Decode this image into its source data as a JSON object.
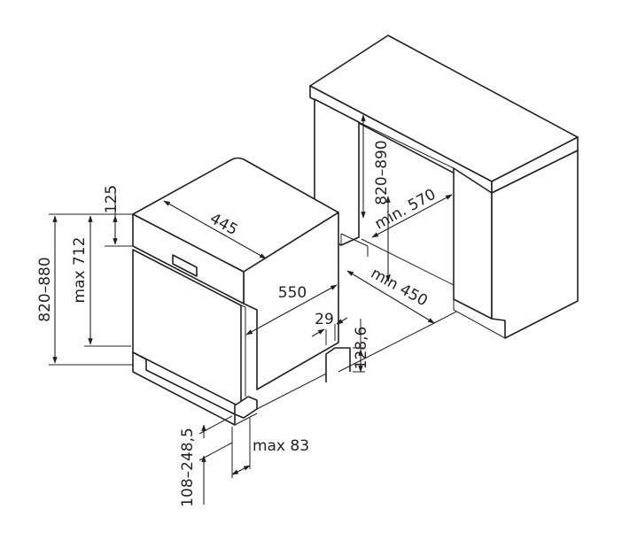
{
  "dimensions": {
    "width": "445",
    "depth": "550",
    "panel_height": "125",
    "appliance_height": "max 712",
    "niche_height_total": "820–880",
    "niche_height_cabinet": "820–890",
    "niche_depth": "min. 570",
    "niche_width": "min 450",
    "connection_width": "29",
    "connection_height": "128,6",
    "door_protrusion": "max 83",
    "plinth_height": "108–248,5"
  }
}
